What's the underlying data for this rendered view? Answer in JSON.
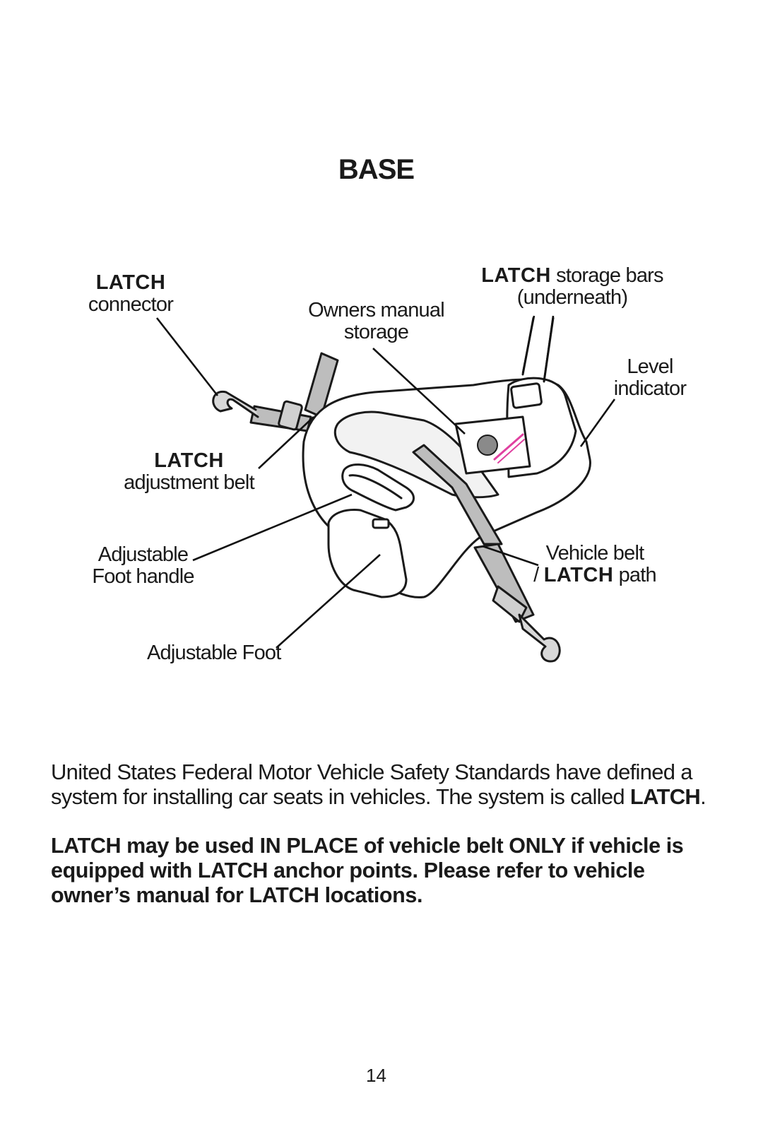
{
  "title": "BASE",
  "labels": {
    "latch_connector": {
      "bold": "LATCH",
      "text": "connector"
    },
    "owners_manual": {
      "line1": "Owners manual",
      "line2": "storage"
    },
    "storage_bars": {
      "bold": "LATCH",
      "text": "storage bars",
      "line2": "(underneath)"
    },
    "level_indicator": {
      "line1": "Level",
      "line2": "indicator"
    },
    "adjustment_belt": {
      "bold": "LATCH",
      "text": "adjustment belt"
    },
    "foot_handle": {
      "line1": "Adjustable",
      "line2": "Foot handle"
    },
    "vehicle_belt": {
      "line1": "Vehicle belt",
      "prefix": "/",
      "bold": "LATCH",
      "suffix": "path"
    },
    "adjustable_foot": "Adjustable Foot"
  },
  "paragraph": {
    "text": "United States Federal Motor Vehicle Safety Standards have defined a system for installing car seats in vehicles. The system is called",
    "bold": "LATCH",
    "end": "."
  },
  "warning": "LATCH may be used IN PLACE of vehicle belt ONLY if vehicle is equipped with LATCH anchor points. Please refer to vehicle owner’s manual for LATCH locations.",
  "page_number": "14"
}
